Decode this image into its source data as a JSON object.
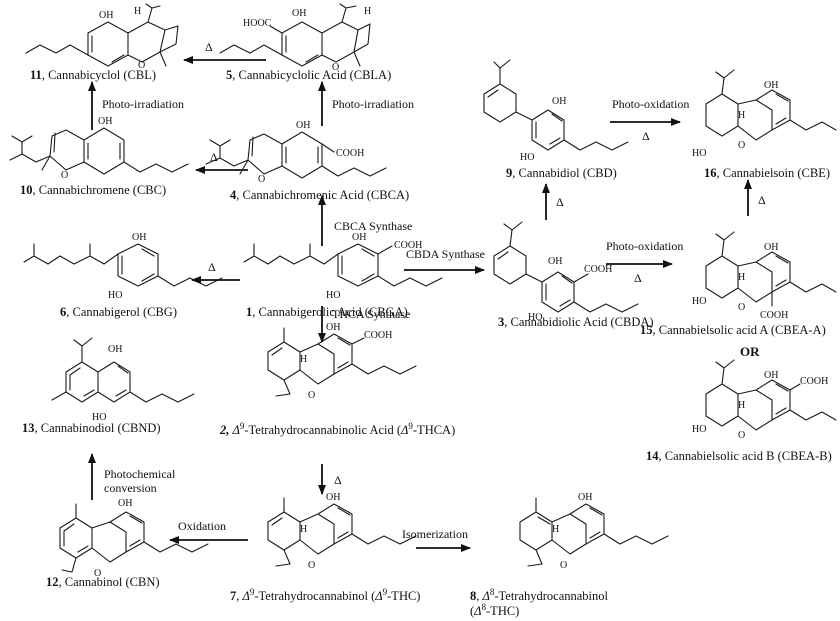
{
  "compounds": {
    "c11": {
      "num": "11",
      "name": "Cannabicyclol (CBL)"
    },
    "c5": {
      "num": "5",
      "name": "Cannabicyclolic Acid (CBLA)"
    },
    "c10": {
      "num": "10",
      "name": "Cannabichromene (CBC)"
    },
    "c4": {
      "num": "4",
      "name": "Cannabichromenic Acid (CBCA)"
    },
    "c9": {
      "num": "9",
      "name": "Cannabidiol (CBD)"
    },
    "c16": {
      "num": "16",
      "name": "Cannabielsoin (CBE)"
    },
    "c6": {
      "num": "6",
      "name": "Cannabigerol (CBG)"
    },
    "c1": {
      "num": "1",
      "name": "Cannabigerolic Acid (CBGA)"
    },
    "c3": {
      "num": "3",
      "name": "Cannabidiolic Acid (CBDA)"
    },
    "c15": {
      "num": "15",
      "name": "Cannabielsolic acid A (CBEA-A)"
    },
    "c14": {
      "num": "14",
      "name": "Cannabielsolic acid B (CBEA-B)"
    },
    "c13": {
      "num": "13",
      "name": "Cannabinodiol (CBND)"
    },
    "c2": {
      "num": "2,",
      "pre": "Δ",
      "sup": "9",
      "mid": "-Tetrahydrocannabinolic Acid (",
      "pre2": "Δ",
      "sup2": "9",
      "end": "-THCA)"
    },
    "c12": {
      "num": "12",
      "name": "Cannabinol (CBN)"
    },
    "c7": {
      "num": "7",
      "pre": "Δ",
      "sup": "9",
      "mid": "-Tetrahydrocannabinol (",
      "pre2": "Δ",
      "sup2": "9",
      "end": "-THC)"
    },
    "c8": {
      "num": "8",
      "pre": "Δ",
      "sup": "8",
      "mid": "-Tetrahydrocannabinol",
      "line2a": "(",
      "pre2": "Δ",
      "sup2": "8",
      "end": "-THC)"
    }
  },
  "or_label": "OR",
  "reactions": {
    "delta": "Δ",
    "photo_irradiation": "Photo-irradiation",
    "cbca_synthase": "CBCA Synthase",
    "cbda_synthase": "CBDA Synthase",
    "thca_synthase": "THCA Synthase",
    "photo_oxidation": "Photo-oxidation",
    "photochemical_1": "Photochemical",
    "photochemical_2": "conversion",
    "oxidation": "Oxidation",
    "isomerization": "Isomerization"
  },
  "atoms": {
    "oh": "OH",
    "ho": "HO",
    "h": "H",
    "o": "O",
    "cooh": "COOH",
    "hooc": "HOOC"
  }
}
